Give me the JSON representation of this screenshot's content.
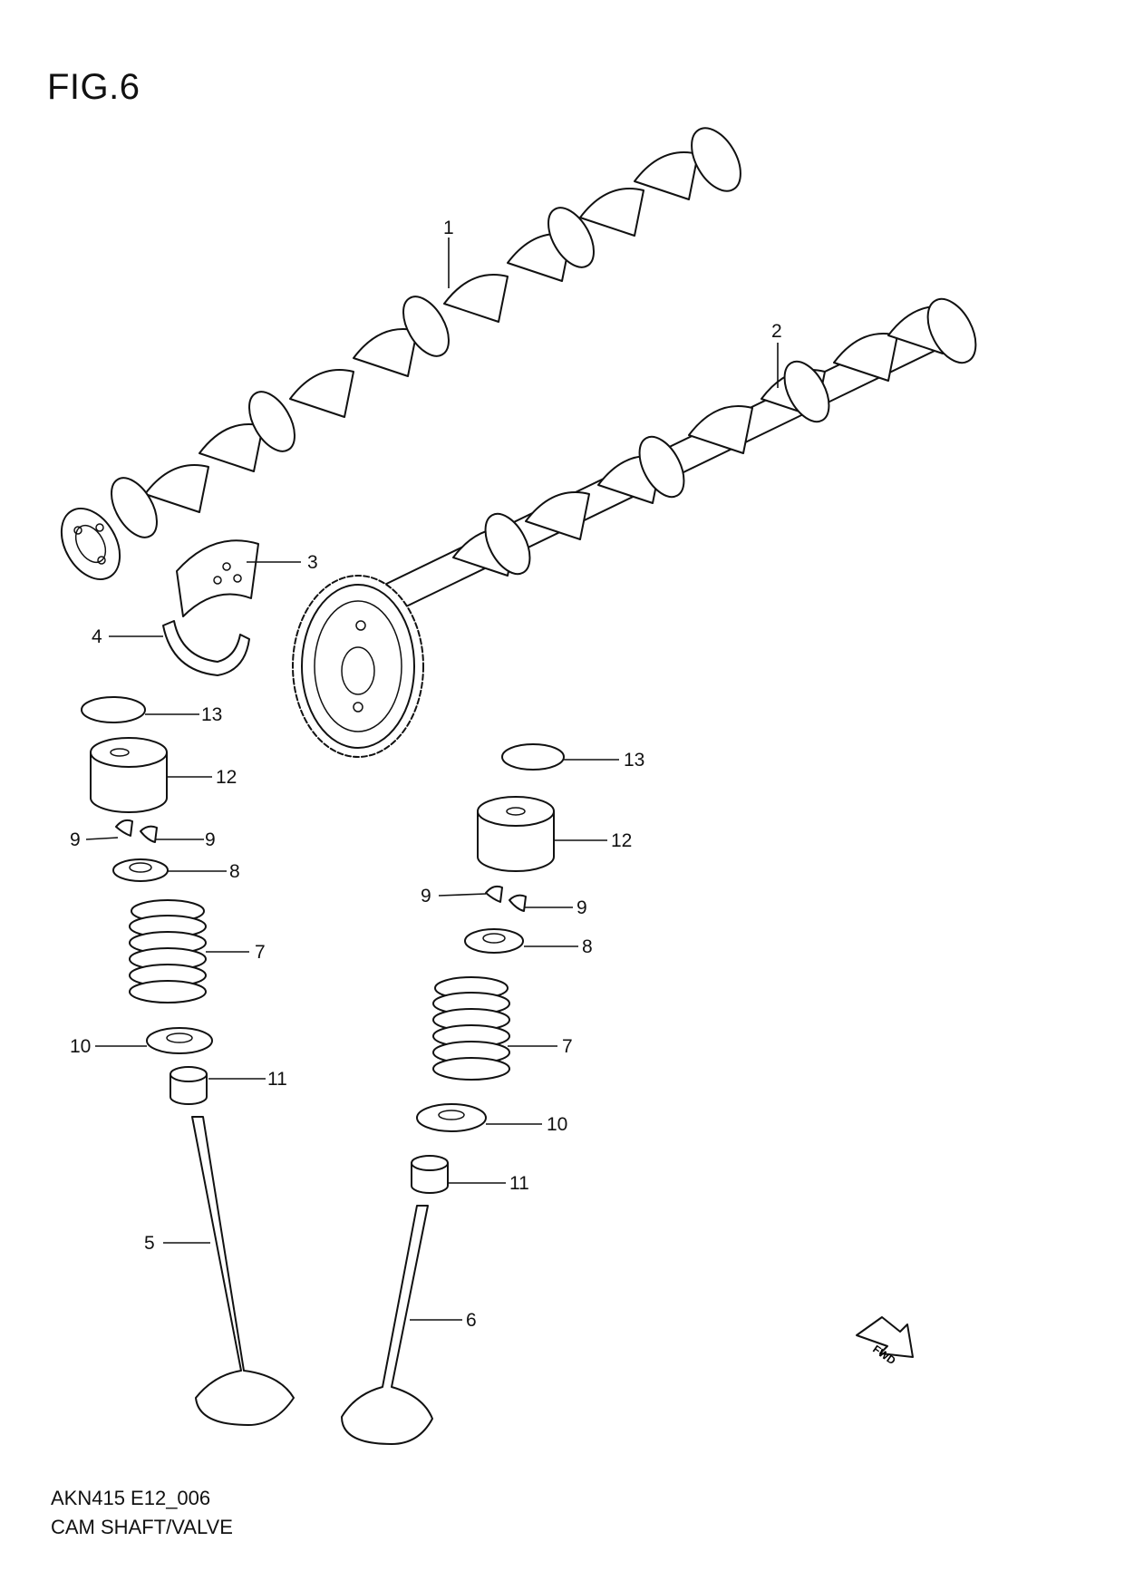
{
  "figure": {
    "title": "FIG.6",
    "code": "AKN415 E12_006",
    "name": "CAM SHAFT/VALVE",
    "fwd_label": "FWD"
  },
  "callouts": [
    {
      "id": "c1",
      "number": "1"
    },
    {
      "id": "c2",
      "number": "2"
    },
    {
      "id": "c3",
      "number": "3"
    },
    {
      "id": "c4",
      "number": "4"
    },
    {
      "id": "c13a",
      "number": "13"
    },
    {
      "id": "c12a",
      "number": "12"
    },
    {
      "id": "c9a",
      "number": "9"
    },
    {
      "id": "c9b",
      "number": "9"
    },
    {
      "id": "c8a",
      "number": "8"
    },
    {
      "id": "c7a",
      "number": "7"
    },
    {
      "id": "c10a",
      "number": "10"
    },
    {
      "id": "c11a",
      "number": "11"
    },
    {
      "id": "c5",
      "number": "5"
    },
    {
      "id": "c13b",
      "number": "13"
    },
    {
      "id": "c12b",
      "number": "12"
    },
    {
      "id": "c9c",
      "number": "9"
    },
    {
      "id": "c9d",
      "number": "9"
    },
    {
      "id": "c8b",
      "number": "8"
    },
    {
      "id": "c7b",
      "number": "7"
    },
    {
      "id": "c10b",
      "number": "10"
    },
    {
      "id": "c11b",
      "number": "11"
    },
    {
      "id": "c6",
      "number": "6"
    }
  ]
}
